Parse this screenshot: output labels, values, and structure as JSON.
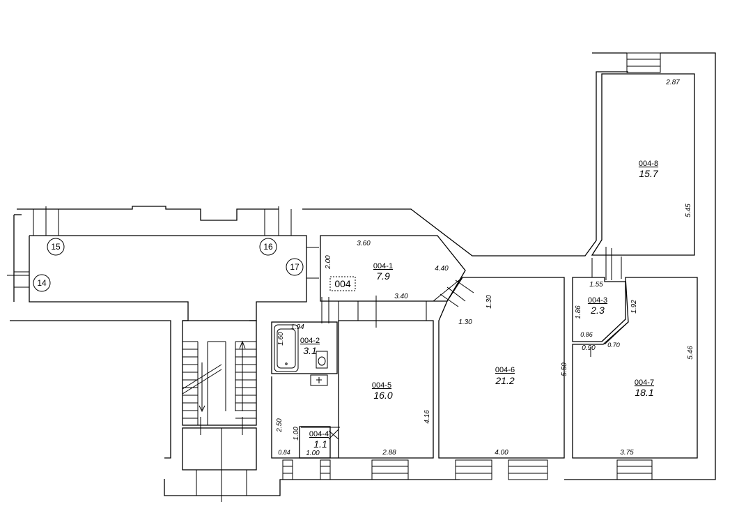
{
  "apartment_label": "004",
  "axis_markers": [
    "14",
    "15",
    "16",
    "17"
  ],
  "rooms": [
    {
      "id": "004-1",
      "area": "7.9"
    },
    {
      "id": "004-2",
      "area": "3.1"
    },
    {
      "id": "004-3",
      "area": "2.3"
    },
    {
      "id": "004-4",
      "area": "1.1"
    },
    {
      "id": "004-5",
      "area": "16.0"
    },
    {
      "id": "004-6",
      "area": "21.2"
    },
    {
      "id": "004-7",
      "area": "18.1"
    },
    {
      "id": "004-8",
      "area": "15.7"
    }
  ],
  "dimensions": [
    "3.60",
    "2.00",
    "4.40",
    "3.40",
    "1.30",
    "1.30",
    "1.94",
    "1.60",
    "2.50",
    "1.00",
    "0.84",
    "1.00",
    "2.88",
    "4.16",
    "4.00",
    "5.50",
    "1.55",
    "1.86",
    "1.92",
    "0.86",
    "0.90",
    "0.70",
    "5.46",
    "3.75",
    "2.87",
    "5.45"
  ]
}
